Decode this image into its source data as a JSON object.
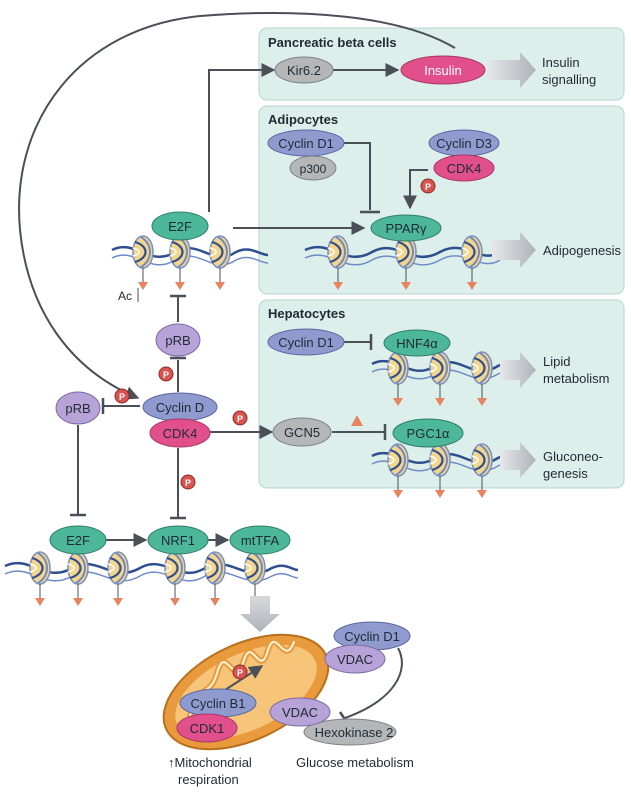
{
  "panels": {
    "pancreatic": "Pancreatic beta cells",
    "adipocytes": "Adipocytes",
    "hepatocytes": "Hepatocytes"
  },
  "nodes": {
    "kir62": "Kir6.2",
    "insulin": "Insulin",
    "cyclin_d1_adipo": "Cyclin D1",
    "p300": "p300",
    "cyclin_d3": "Cyclin D3",
    "cdk4_adipo": "CDK4",
    "e2f_top": "E2F",
    "ppargamma": "PPARγ",
    "prb_mid": "pRB",
    "cyclin_d_center": "Cyclin D",
    "cdk4_center": "CDK4",
    "prb_left": "pRB",
    "cyclin_d1_hep": "Cyclin D1",
    "hnf4a": "HNF4α",
    "gcn5": "GCN5",
    "pgc1a": "PGC1α",
    "e2f_bottom": "E2F",
    "nrf1": "NRF1",
    "mttfa": "mtTFA",
    "cyclin_d1_mito": "Cyclin D1",
    "vdac_top": "VDAC",
    "cyclin_b1": "Cyclin B1",
    "cdk1": "CDK1",
    "vdac_bottom": "VDAC",
    "hexokinase2": "Hexokinase 2"
  },
  "labels": {
    "insulin_signalling": [
      "Insulin",
      "signalling"
    ],
    "adipogenesis": "Adipogenesis",
    "lipid_metabolism": [
      "Lipid",
      "metabolism"
    ],
    "gluconeogenesis": [
      "Gluconeo-",
      "genesis"
    ],
    "ac": "Ac",
    "mito_respiration": [
      "↑Mitochondrial",
      "respiration"
    ],
    "glucose_metabolism": "Glucose metabolism",
    "phospho": "P"
  },
  "colors": {
    "panel_fill": "#dcefeb",
    "panel_stroke": "#b6d6d0",
    "blue_node": "#8f9bcf",
    "grey_node": "#b4b6b8",
    "pink_node": "#e2508c",
    "green_node": "#4db79a",
    "purple_node": "#b7a3d8",
    "arrow": "#4a4f58",
    "phospho": "#d9534f",
    "dna": "#2e4f8f",
    "mito_outer": "#e89a3c",
    "mito_inner": "#f6c57a"
  }
}
